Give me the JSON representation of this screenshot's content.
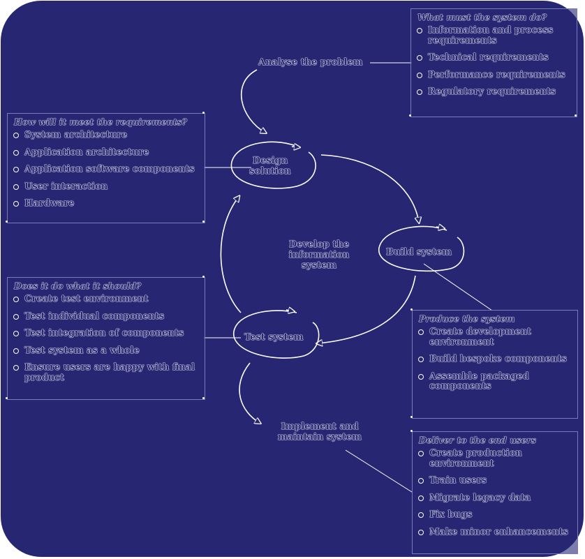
{
  "center": "Develop the information system",
  "stages": {
    "analyse": "Analyse the problem",
    "design_l1": "Design",
    "design_l2": "solution",
    "build": "Build system",
    "test": "Test system",
    "implement_l1": "Implement and",
    "implement_l2": "maintain system"
  },
  "boxes": {
    "what": {
      "title": "What must the system do?",
      "items": [
        "Information and process requirements",
        "Technical requirements",
        "Performance requirements",
        "Regulatory requirements"
      ]
    },
    "how": {
      "title": "How will it meet the requirements?",
      "items": [
        "System architecture",
        "Application architecture",
        "Application software components",
        "User interaction",
        "Hardware"
      ]
    },
    "does": {
      "title": "Does it do what it should?",
      "items": [
        "Create test environment",
        "Test individual components",
        "Test integration of components",
        "Test system as a whole",
        "Ensure users are happy with final product"
      ]
    },
    "produce": {
      "title": "Produce the system",
      "items": [
        "Create development environment",
        "Build bespoke components",
        "Assemble packaged components"
      ]
    },
    "deliver": {
      "title": "Deliver to the end users",
      "items": [
        "Create production environment",
        "Train users",
        "Migrate legacy data",
        "Fix bugs",
        "Make minor enhancements"
      ]
    }
  },
  "colors": {
    "background": "#262673",
    "outline": "#ffffff",
    "box_border": "#7a7ab8"
  }
}
